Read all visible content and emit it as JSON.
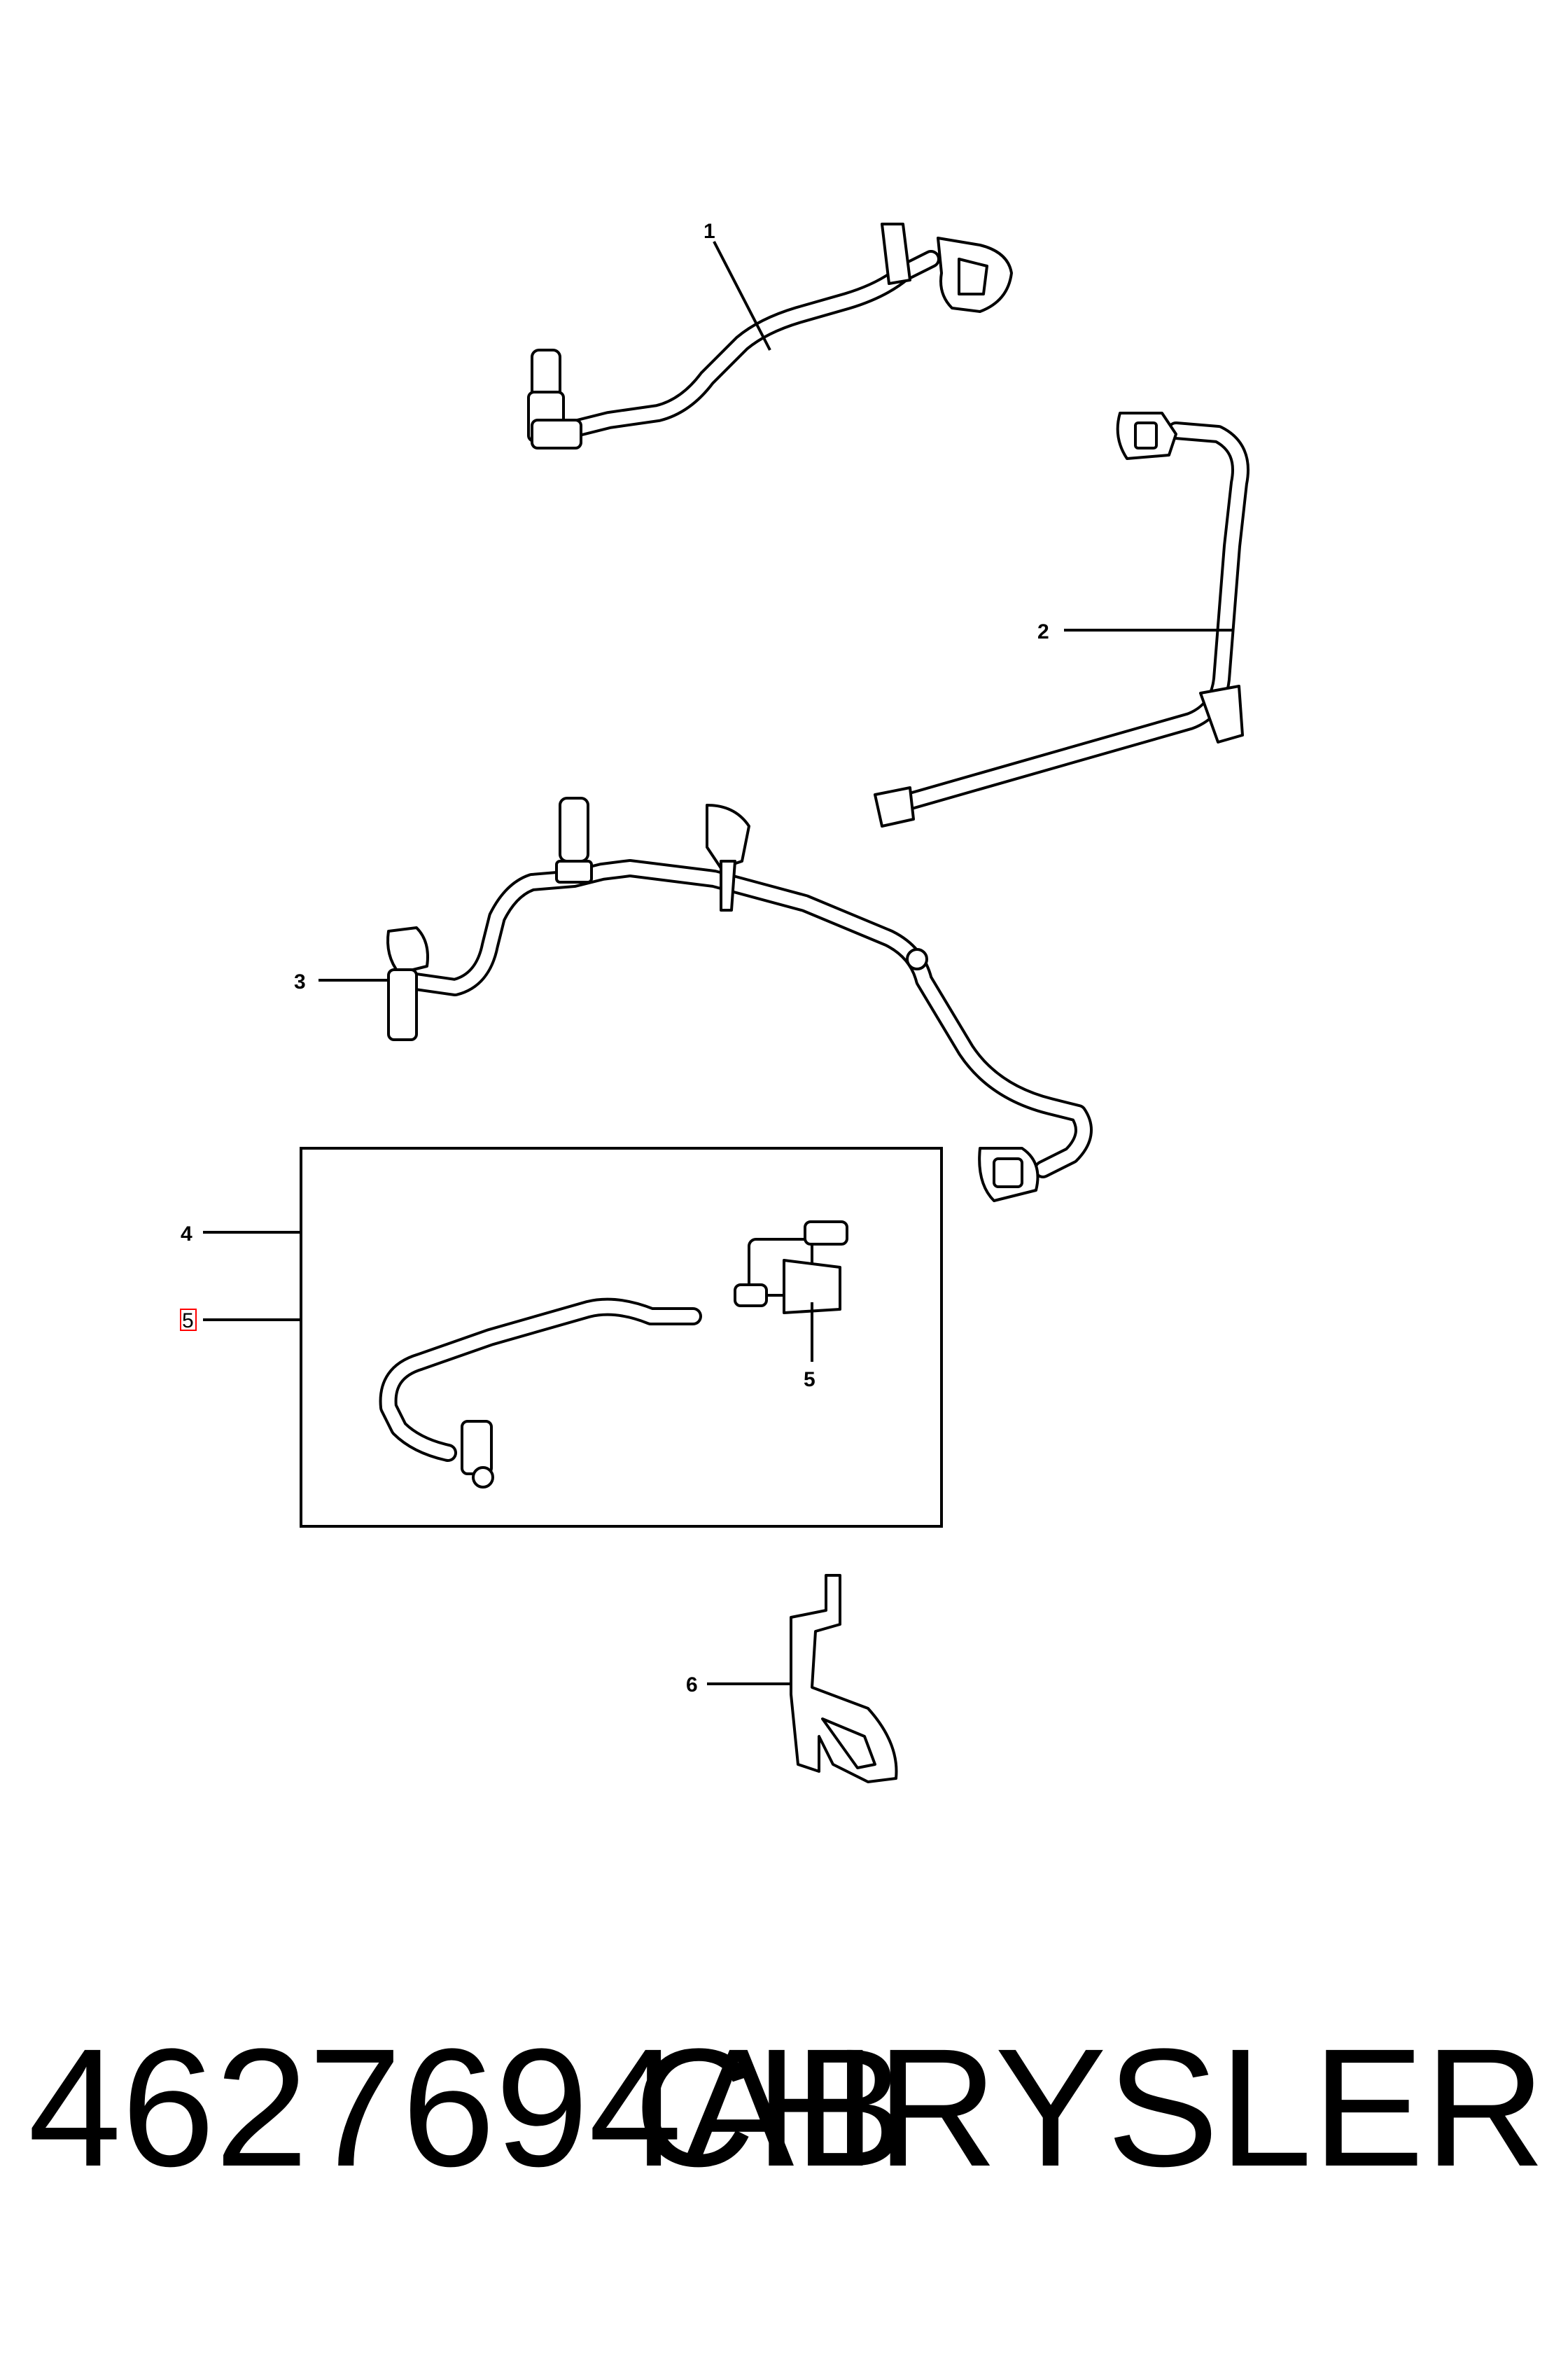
{
  "callouts": {
    "c1": "1",
    "c2": "2",
    "c3": "3",
    "c4": "4",
    "c5_left": "5",
    "c5_valve": "5",
    "c6": "6"
  },
  "footer": {
    "part_number": "4627694AB",
    "brand": "CHRYSLER"
  },
  "colors": {
    "line": "#000000",
    "background": "#ffffff",
    "highlight": "#ff0000"
  }
}
